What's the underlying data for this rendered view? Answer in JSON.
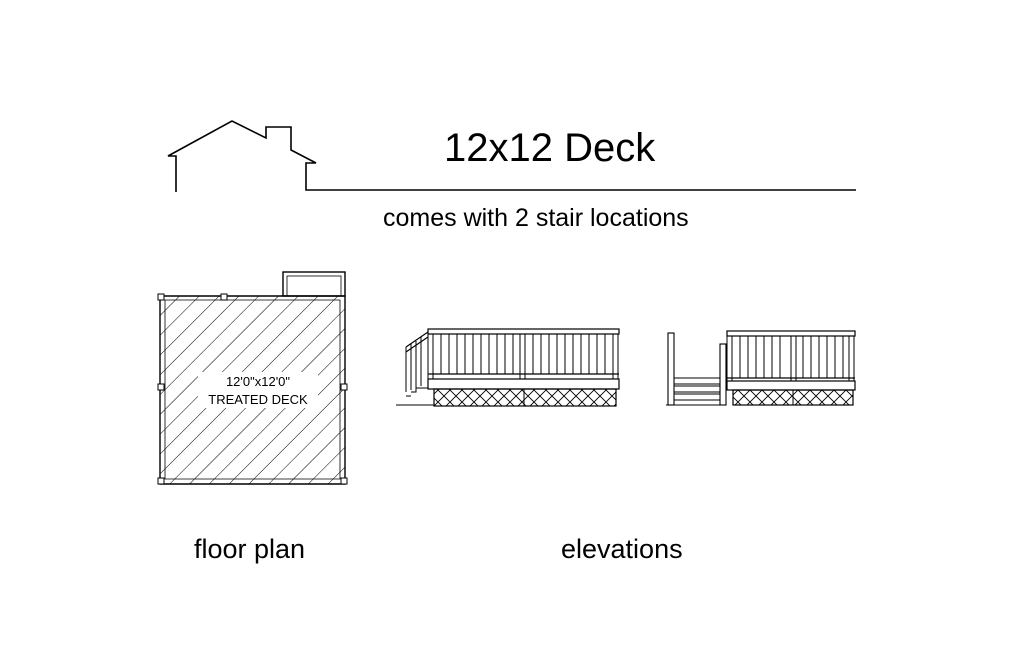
{
  "header": {
    "title": "12x12 Deck",
    "subtitle": "comes with 2 stair locations"
  },
  "floor_plan": {
    "dimension_label": "12'0\"x12'0\"",
    "material_label": "TREATED DECK",
    "caption": "floor plan"
  },
  "elevations": {
    "caption": "elevations"
  },
  "icons": {
    "house": "house-outline-icon"
  }
}
